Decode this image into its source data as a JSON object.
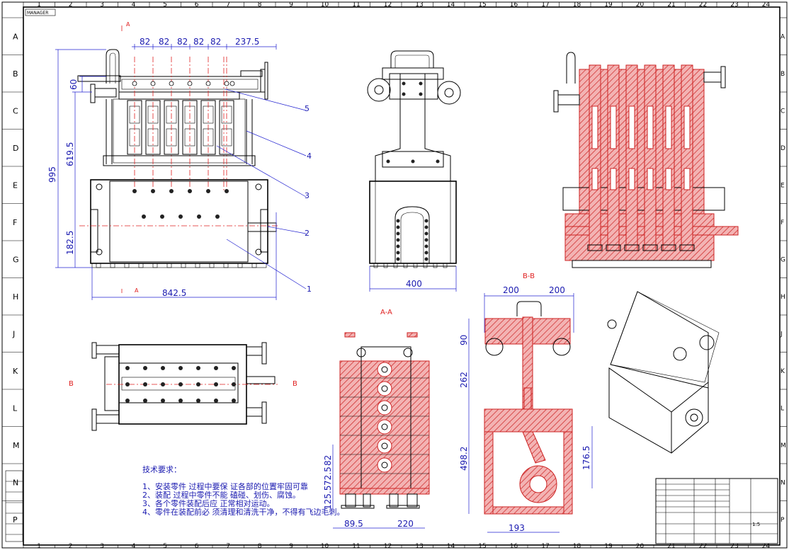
{
  "sheet": {
    "top_left_tag": "MANAGER",
    "zone_columns": [
      "1",
      "2",
      "3",
      "4",
      "5",
      "6",
      "7",
      "8",
      "9",
      "10",
      "11",
      "12",
      "13",
      "14",
      "15",
      "16",
      "17",
      "18",
      "19",
      "20",
      "21",
      "22",
      "23",
      "24"
    ],
    "zone_rows": [
      "A",
      "B",
      "C",
      "D",
      "E",
      "F",
      "G",
      "H",
      "J",
      "K",
      "L",
      "M",
      "N",
      "P"
    ]
  },
  "front_view": {
    "pitch_dims": [
      "82",
      "82",
      "82",
      "82",
      "82",
      "237.5"
    ],
    "height_dims": [
      "995",
      "619.5",
      "182.5",
      "60"
    ],
    "width_dim": "842.5",
    "balloons": [
      "5",
      "4",
      "3",
      "2",
      "1"
    ]
  },
  "side_view": {
    "width_dim": "400"
  },
  "section_a": {
    "dims": [
      "82",
      "72.5",
      "125.5",
      "89.5",
      "220"
    ]
  },
  "section_b": {
    "dims": [
      "200",
      "200",
      "90",
      "262",
      "498.2",
      "176.5",
      "193"
    ]
  },
  "notes": {
    "title": "技术要求：",
    "lines": [
      "1、安装零件 过程中要保 证各部的位置牢固可靠",
      "2、装配 过程中零件不能 磕碰、划伤、腐蚀。",
      "3、各个零件装配后应 正常相对运动。",
      "4、零件在装配前必 须清理和清洗干净，不得有飞边毛刺。"
    ]
  },
  "title_block": {
    "scale": "1:5"
  },
  "colors": {
    "line": "#000000",
    "dimension": "#1a1ab0",
    "section_hatch": "#e36a6a",
    "center_line": "#e02020"
  }
}
